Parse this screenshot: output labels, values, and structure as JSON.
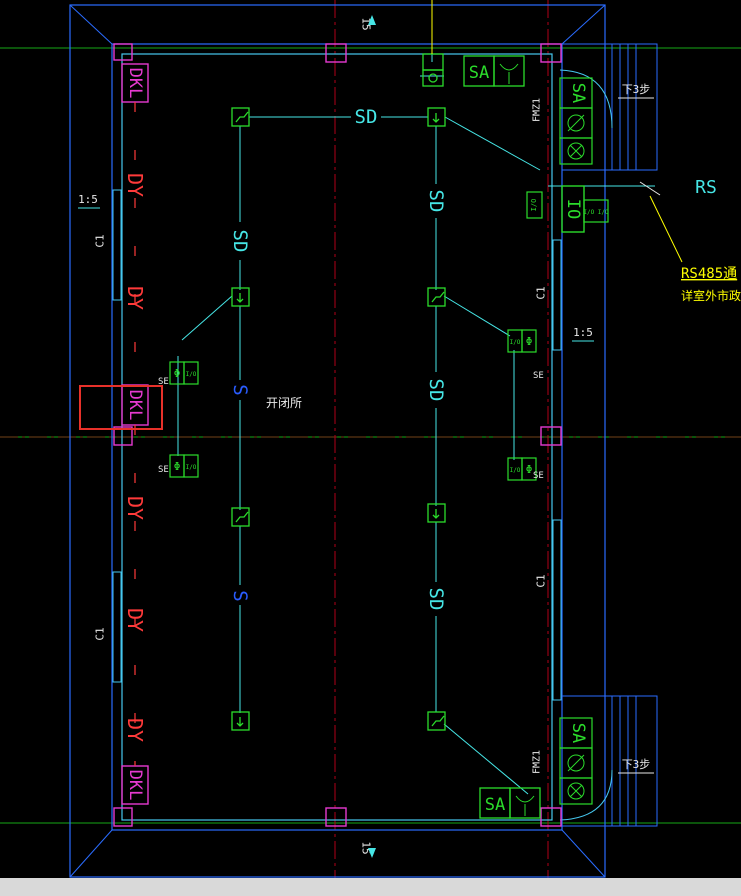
{
  "room": {
    "name": "开闭所"
  },
  "labels": {
    "dkl": "DKL",
    "dy": "DY",
    "c1": "C1",
    "sd": "SD",
    "s": "S",
    "se": "SE",
    "sa": "SA",
    "io": "I/O",
    "io_big": "IO",
    "io_pair": "I/O I/O",
    "fmz1": "FMZ1",
    "phi": "Φ",
    "rs": "RS",
    "down": "下3步",
    "dim_15": "15",
    "dim_1_5": "1:5"
  },
  "note": {
    "line1": "RS485通",
    "line2": "详室外市政电"
  },
  "colors": {
    "background": "#000000",
    "wall": "#2a6cff",
    "inner_wall": "#46c8f0",
    "pipe": "#46e6e6",
    "device": "#2bdc2b",
    "tag": "#e63ad0",
    "dy": "#ff3a3a",
    "s_label": "#2a5cff",
    "axis_red": "#b00018",
    "axis_green": "#16a816",
    "note": "#ffff00",
    "highlight": "#e8312a",
    "white": "#e8e8e8"
  }
}
